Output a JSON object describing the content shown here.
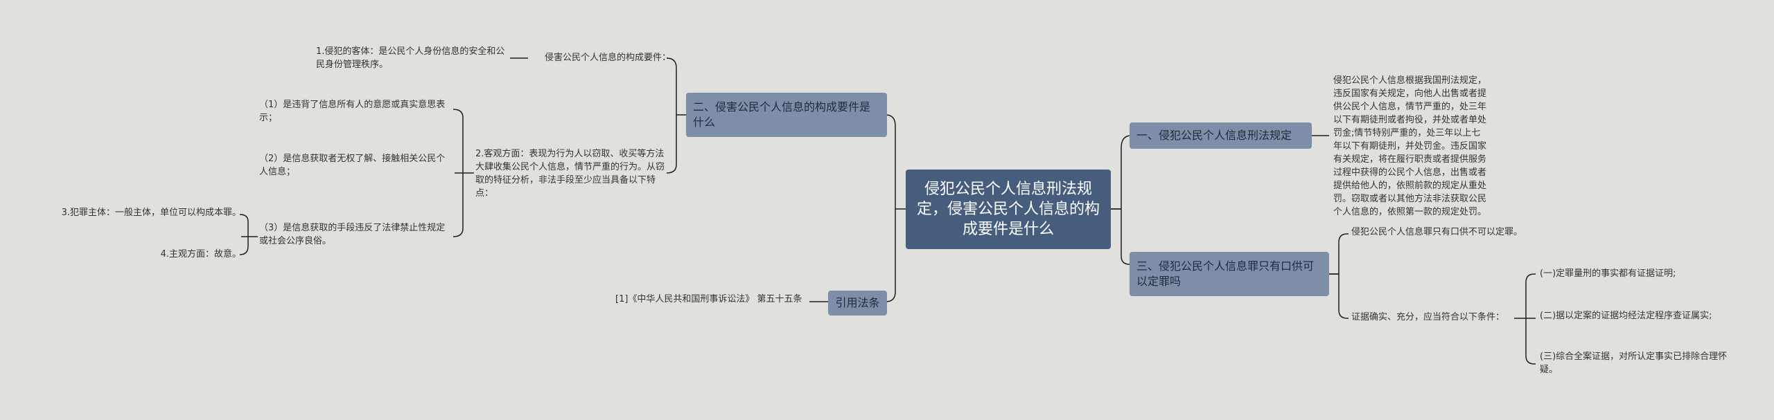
{
  "center": "侵犯公民个人信息刑法规定，侵害公民个人信息的构成要件是什么",
  "right": {
    "b1": {
      "label": "一、侵犯公民个人信息刑法规定",
      "text": "侵犯公民个人信息根据我国刑法规定，违反国家有关规定，向他人出售或者提供公民个人信息，情节严重的，处三年以下有期徒刑或者拘役，并处或者单处罚金;情节特别严重的，处三年以上七年以下有期徒刑，并处罚金。违反国家有关规定，将在履行职责或者提供服务过程中获得的公民个人信息，出售或者提供给他人的，依照前款的规定从重处罚。窃取或者以其他方法非法获取公民个人信息的，依照第一款的规定处罚。"
    },
    "b2": {
      "label": "三、侵犯公民个人信息罪只有口供可以定罪吗",
      "c1": "侵犯公民个人信息罪只有口供不可以定罪。",
      "c2": "证据确实、充分，应当符合以下条件：",
      "sub": [
        "(一)定罪量刑的事实都有证据证明;",
        "(二)据以定案的证据均经法定程序查证属实;",
        "(三)综合全案证据，对所认定事实已排除合理怀疑。"
      ]
    }
  },
  "left": {
    "b1": {
      "label": "二、侵害公民个人信息的构成要件是什么",
      "k1": "侵害公民个人信息的构成要件：",
      "k1c": "1.侵犯的客体：是公民个人身份信息的安全和公民身份管理秩序。",
      "k2": "2.客观方面：表现为行为人以窃取、收买等方法大肆收集公民个人信息，情节严重的行为。从窃取的特征分析，非法手段至少应当具备以下特点：",
      "k2c": [
        "（1）是违背了信息所有人的意愿或真实意思表示；",
        "（2）是信息获取者无权了解、接触相关公民个人信息；",
        "（3）是信息获取的手段违反了法律禁止性规定或社会公序良俗。"
      ],
      "k3": "3.犯罪主体：一般主体，单位可以构成本罪。",
      "k4": "4.主观方面：故意。"
    },
    "b2": {
      "label": "引用法条",
      "text": "[1]《中华人民共和国刑事诉讼法》 第五十五条"
    }
  }
}
